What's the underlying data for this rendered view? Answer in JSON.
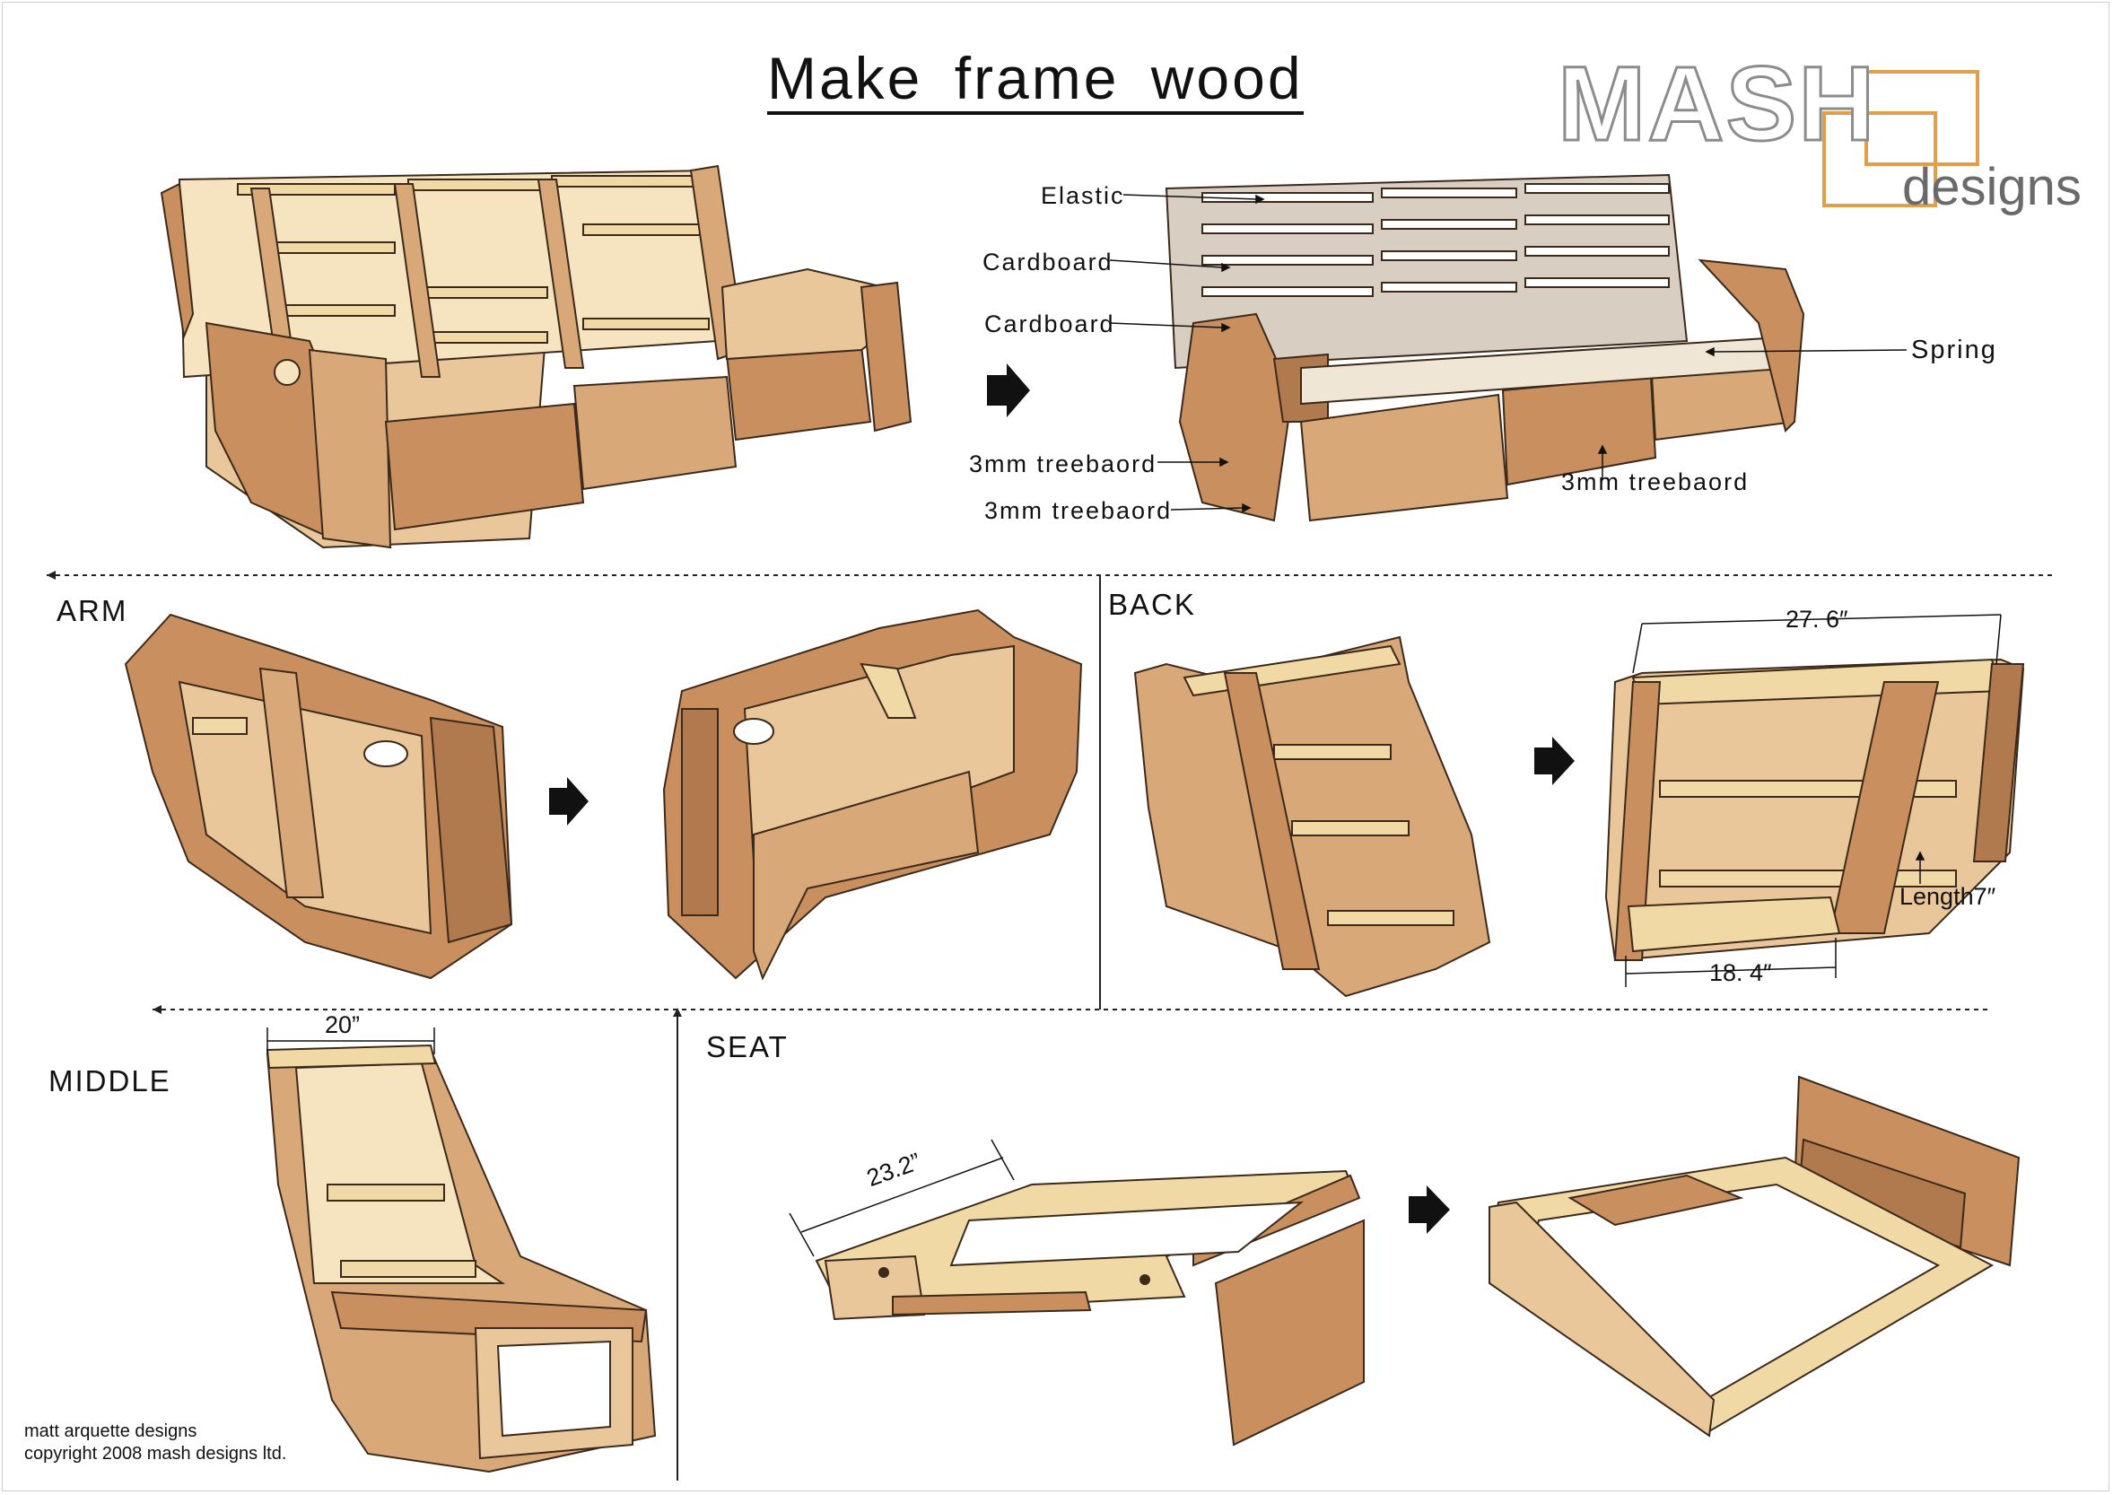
{
  "title": "Make frame wood",
  "logo": {
    "main": "MASH",
    "sub": "designs",
    "accent_color": "#e0a04a",
    "outline_color": "#8c8c8c"
  },
  "callouts": {
    "elastic": "Elastic",
    "cardboard_1": "Cardboard",
    "cardboard_2": "Cardboard",
    "spring": "Spring",
    "treeboard_1": "3mm treebaord",
    "treeboard_2": "3mm treebaord",
    "treeboard_3": "3mm treebaord"
  },
  "sections": {
    "arm": "ARM",
    "back": "BACK",
    "middle": "MIDDLE",
    "seat": "SEAT"
  },
  "dimensions": {
    "back_width": "27. 6″",
    "back_length": "Length7″",
    "back_bottom": "18. 4″",
    "middle_width": "20”",
    "seat_depth": "23.2”"
  },
  "footer": {
    "line1": "matt arquette designs",
    "line2": "copyright 2008 mash designs ltd."
  },
  "colors": {
    "wood_light": "#f1d9a6",
    "wood_mid": "#d9a878",
    "wood_dark": "#b07a4e",
    "board": "#c98f5e",
    "cardboard": "#d8cfc2"
  }
}
